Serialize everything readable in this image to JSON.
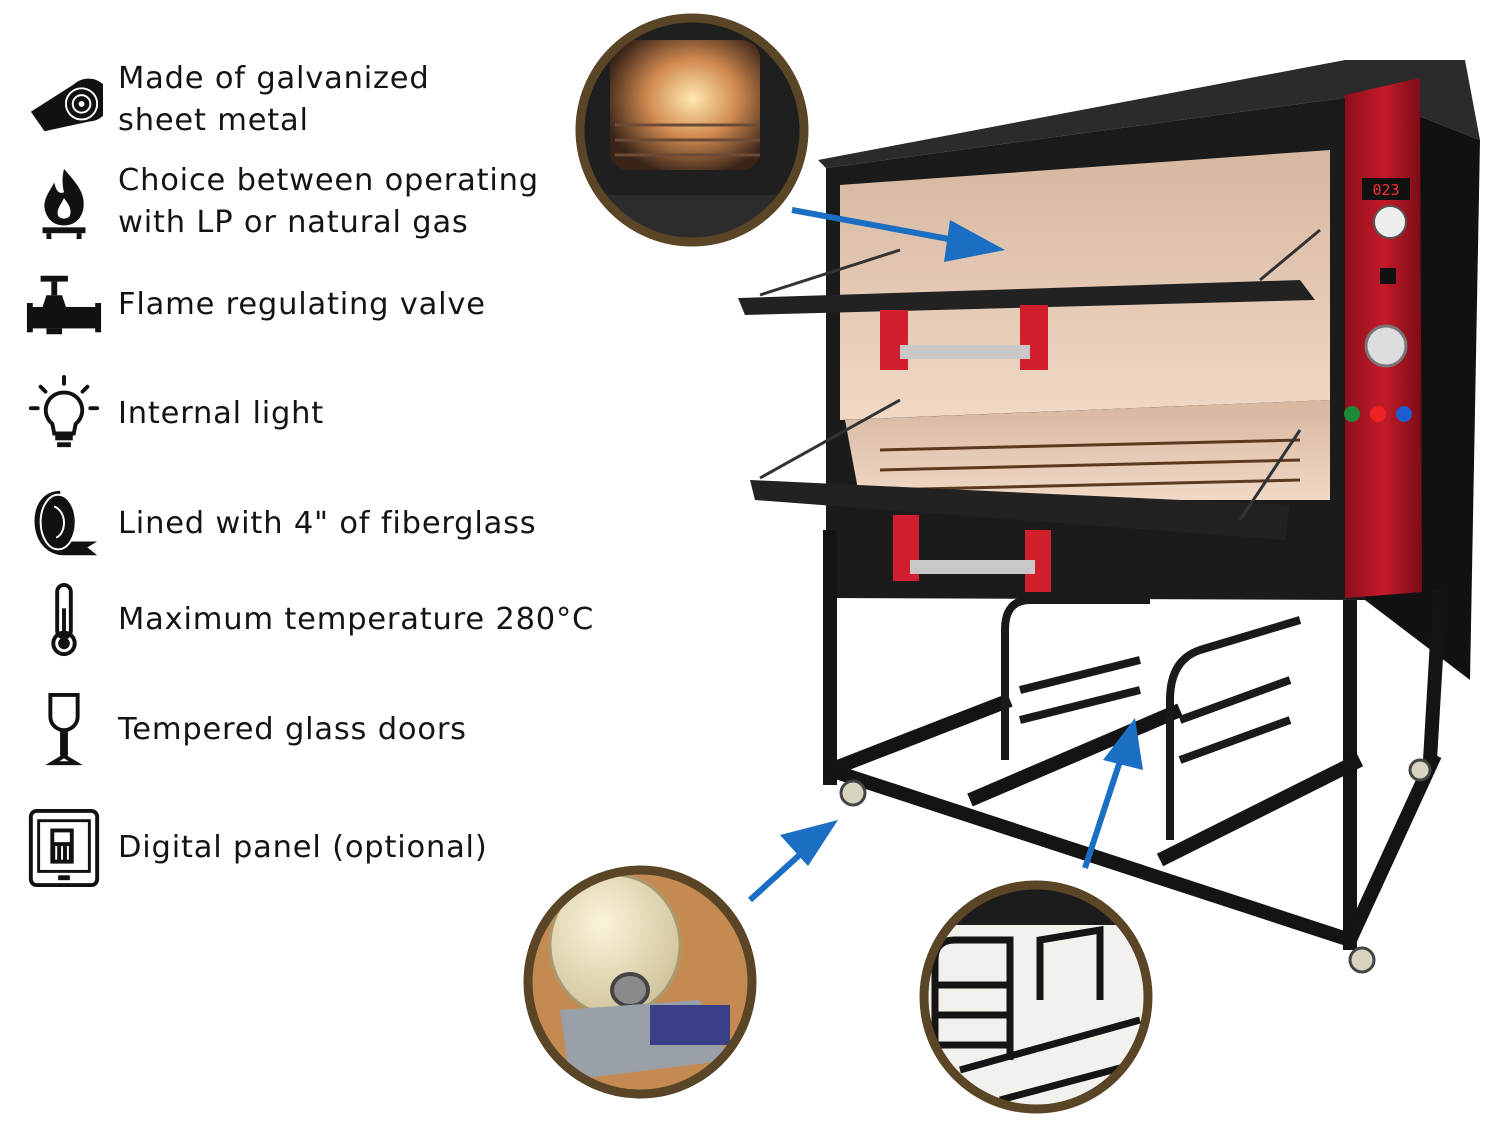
{
  "features": [
    {
      "icon": "sheet-metal-roll-icon",
      "label": "Made of galvanized\nsheet metal"
    },
    {
      "icon": "gas-flame-icon",
      "label": "Choice between operating\nwith LP or natural gas"
    },
    {
      "icon": "valve-icon",
      "label": "Flame regulating valve"
    },
    {
      "icon": "light-bulb-icon",
      "label": "Internal light"
    },
    {
      "icon": "fiberglass-roll-icon",
      "label": "Lined with 4\" of fiberglass"
    },
    {
      "icon": "thermometer-icon",
      "label": "Maximum temperature 280°C"
    },
    {
      "icon": "glass-icon",
      "label": "Tempered glass doors"
    },
    {
      "icon": "tablet-panel-icon",
      "label": "Digital panel (optional)"
    }
  ],
  "oven": {
    "display_reading": "023"
  },
  "colors": {
    "accent_arrow": "#1a6ec4",
    "circle_frame": "#5a4526",
    "oven_red": "#c8102e",
    "oven_black": "#1b1b1b"
  }
}
